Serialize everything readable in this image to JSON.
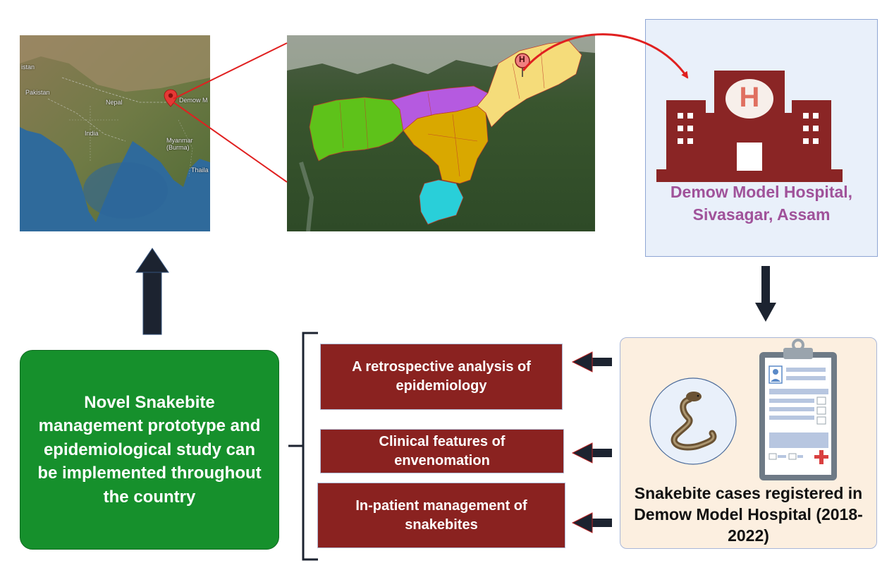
{
  "india_map": {
    "labels": {
      "pakistan": "Pakistan",
      "istan": "istan",
      "nepal": "Nepal",
      "india": "India",
      "myanmar": "Myanmar\n(Burma)",
      "thailand": "Thaila",
      "demow": "Demow M"
    },
    "pin_color": "#e53935"
  },
  "assam_map": {
    "hospital_pin_letter": "H",
    "region_colors": {
      "west": "#5ec21a",
      "north_central": "#b55ae0",
      "central": "#d9a800",
      "east": "#f5dc7a",
      "south": "#29cfd9"
    }
  },
  "hospital": {
    "icon_letter": "H",
    "name": "Demow Model Hospital, Sivasagar, Assam",
    "icon_color": "#8a2525"
  },
  "cases": {
    "caption": "Snakebite cases registered in Demow Model Hospital (2018-2022)"
  },
  "outcomes": [
    {
      "label": "A retrospective analysis of epidemiology"
    },
    {
      "label": "Clinical features of envenomation"
    },
    {
      "label": "In-patient management of snakebites"
    }
  ],
  "conclusion": {
    "text": "Novel Snakebite management prototype and epidemiological study can be implemented throughout the country"
  },
  "colors": {
    "arrow_dark": "#1c2330",
    "connector_red": "#e02020",
    "outcome_bg": "#8a2220",
    "conclusion_bg": "#16902c"
  }
}
